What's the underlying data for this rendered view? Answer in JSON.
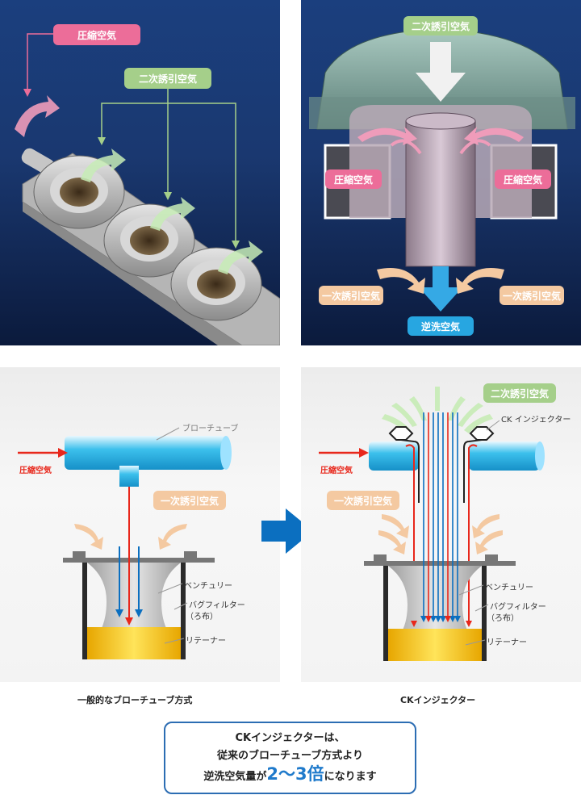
{
  "panel_tl": {
    "compressed": "圧縮空気",
    "secondary": "二次誘引空気"
  },
  "panel_tr": {
    "secondary": "二次誘引空気",
    "compressed_left": "圧縮空気",
    "compressed_right": "圧縮空気",
    "primary_left": "一次誘引空気",
    "primary_right": "一次誘引空気",
    "backwash": "逆洗空気"
  },
  "panel_bl": {
    "blow_tube": "ブローチューブ",
    "compressed": "圧縮空気",
    "primary": "一次誘引空気",
    "venturi": "ベンチュリー",
    "bag_filter": "バグフィルター",
    "bag_filter_sub": "（ろ布）",
    "retainer": "リテーナー",
    "caption": "一般的なブローチューブ方式"
  },
  "panel_br": {
    "secondary": "二次誘引空気",
    "injector": "CK インジェクター",
    "compressed": "圧縮空気",
    "primary": "一次誘引空気",
    "venturi": "ベンチュリー",
    "bag_filter": "バグフィルター",
    "bag_filter_sub": "（ろ布）",
    "retainer": "リテーナー",
    "caption": "CKインジェクター"
  },
  "callout": {
    "line1": "CKインジェクターは、",
    "line2": "従来のブローチューブ方式より",
    "line3_pre": "逆洗空気量が",
    "line3_big": "2〜3倍",
    "line3_post": "になります"
  },
  "colors": {
    "navy": "#1a3870",
    "pink": "#ec6d99",
    "green": "#a5cf8a",
    "peach": "#f4c9a1",
    "blue": "#27a6e1",
    "red": "#e8271b",
    "arrow_blue": "#0b6fc0"
  }
}
